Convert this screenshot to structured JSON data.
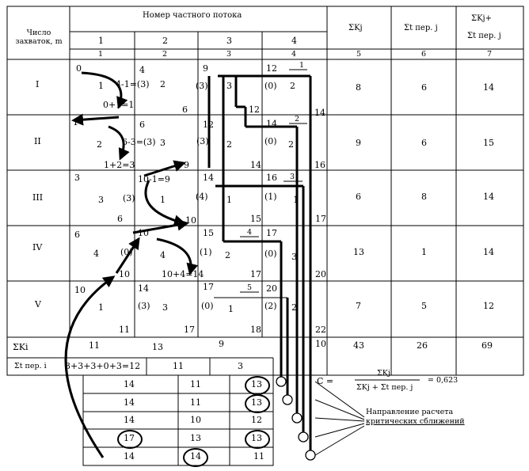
{
  "header": {
    "row_label": "Число захваток, m",
    "stream_title": "Номер частного потока",
    "stream_numbers": [
      "1",
      "2",
      "3",
      "4"
    ],
    "col_numbers": [
      "1",
      "2",
      "3",
      "4",
      "5",
      "6",
      "7"
    ],
    "sum_kj": "ΣKj",
    "sum_trans_j": "Σt пер. j",
    "total_top": "ΣKj+",
    "total_bottom": "Σt пер. j"
  },
  "rows": [
    {
      "label": "I",
      "cells": [
        [
          "0",
          "1",
          "4-1=(3)",
          "0+1=1"
        ],
        [
          "4",
          "2",
          "6"
        ],
        [
          "9",
          "(3)",
          "3",
          "12"
        ],
        [
          "12",
          "(0)",
          "2",
          "14"
        ]
      ],
      "sum_kj": "8",
      "sum_t": "6",
      "total": "14"
    },
    {
      "label": "II",
      "cells": [
        [
          "1",
          "2",
          "6-3=(3)",
          "1+2=3"
        ],
        [
          "6",
          "3",
          "9"
        ],
        [
          "12",
          "(3)",
          "2",
          "14"
        ],
        [
          "14",
          "(0)",
          "2",
          "16"
        ]
      ],
      "sum_kj": "9",
      "sum_t": "6",
      "total": "15"
    },
    {
      "label": "III",
      "cells": [
        [
          "3",
          "3",
          "(3)",
          "6"
        ],
        [
          "10-1=9",
          "1",
          "10"
        ],
        [
          "14",
          "(4)",
          "1",
          "15"
        ],
        [
          "16",
          "(1)",
          "1",
          "17"
        ]
      ],
      "sum_kj": "6",
      "sum_t": "8",
      "total": "14"
    },
    {
      "label": "IV",
      "cells": [
        [
          "6",
          "4",
          "(0)",
          "10"
        ],
        [
          "10",
          "4",
          "10+4=14"
        ],
        [
          "15",
          "(1)",
          "2",
          "17"
        ],
        [
          "17",
          "(0)",
          "3",
          "20"
        ]
      ],
      "sum_kj": "13",
      "sum_t": "1",
      "total": "14"
    },
    {
      "label": "V",
      "cells": [
        [
          "10",
          "1",
          "11"
        ],
        [
          "14",
          "(3)",
          "3",
          "17"
        ],
        [
          "17",
          "(0)",
          "1",
          "18"
        ],
        [
          "20",
          "(2)",
          "2",
          "22"
        ]
      ],
      "sum_kj": "7",
      "sum_t": "5",
      "total": "12"
    }
  ],
  "link_labels": [
    "1",
    "2",
    "3",
    "4",
    "5"
  ],
  "sum_row": {
    "label": "ΣKi",
    "values": [
      "11",
      "13",
      "9",
      "10",
      "43",
      "26",
      "69"
    ]
  },
  "trans_row": {
    "label": "Σt пер. i",
    "values": [
      "3+3+3+0+3=12",
      "11",
      "3"
    ]
  },
  "bottom_rows": [
    [
      "14",
      "11",
      "13"
    ],
    [
      "14",
      "11",
      "13"
    ],
    [
      "14",
      "10",
      "12"
    ],
    [
      "17",
      "13",
      "13"
    ],
    [
      "14",
      "14",
      "11"
    ]
  ],
  "formula": {
    "lhs": "C =",
    "numerator": "ΣKj",
    "denominator": "ΣKj + Σt пер. j",
    "result": "= 0,623"
  },
  "note": {
    "line1": "Направление расчета",
    "line2": "критических сближений"
  }
}
